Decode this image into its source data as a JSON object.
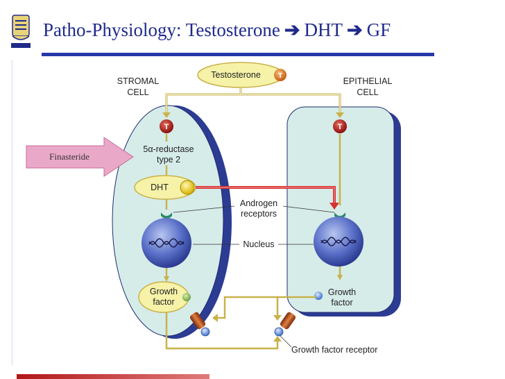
{
  "title": {
    "part1": "Patho-Physiology:",
    "part2": "Testosterone",
    "arrow": "➔",
    "part3": "DHT",
    "part4": "GF"
  },
  "diagram": {
    "testosterone": "Testosterone",
    "t_symbol": "T",
    "stromal_line1": "STROMAL",
    "stromal_line2": "CELL",
    "epithelial_line1": "EPITHELIAL",
    "epithelial_line2": "CELL",
    "finasteride": "Finasteride",
    "reductase_line1": "5α-reductase",
    "reductase_line2": "type 2",
    "dht": "DHT",
    "androgen_line1": "Androgen",
    "androgen_line2": "receptors",
    "nucleus": "Nucleus",
    "gf_line1": "Growth",
    "gf_line2": "factor",
    "gf_epi_line1": "Growth",
    "gf_epi_line2": "factor",
    "gf_receptor": "Growth factor receptor"
  },
  "colors": {
    "title": "#1f2a8a",
    "cell_fill": "#d6ece9",
    "cell_edge": "#3a4a9a",
    "yellow_box": "#f6f2a8",
    "path": "#c8b24a",
    "dht_path": "#d83030",
    "t_ball": "#b01818",
    "nucleus": "#4a5fc0",
    "finasteride_arrow": "#e88ab8"
  }
}
